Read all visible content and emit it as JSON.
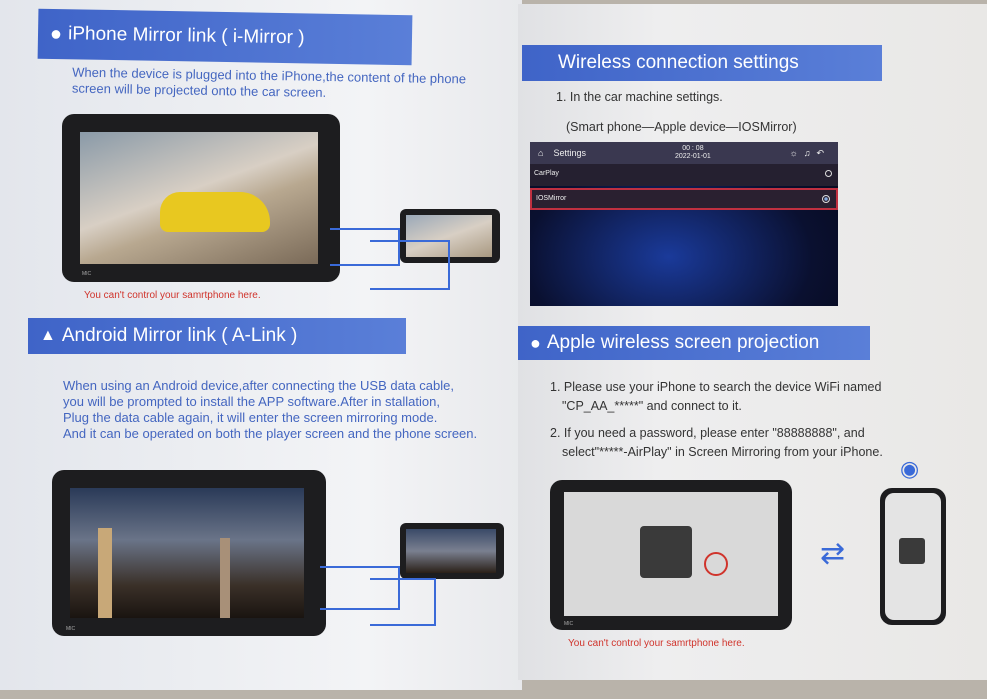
{
  "left": {
    "section1": {
      "title": "iPhone Mirror link ( i-Mirror )",
      "icon": "apple-icon",
      "description": [
        "When the device is plugged into the iPhone,the content of the phone",
        "screen will be projected onto the car screen."
      ],
      "note": "You can't control your samrtphone here.",
      "screen_label": "MIC"
    },
    "section2": {
      "title": "Android Mirror link ( A-Link )",
      "icon": "android-icon",
      "description": [
        "When using an Android device,after connecting the USB data cable,",
        "you will be prompted to install the APP software.After in stallation,",
        "Plug the data cable again, it will enter the screen mirroring mode.",
        "And it can be operated on both the player screen and the phone screen."
      ],
      "screen_label": "MIC"
    }
  },
  "right": {
    "section1": {
      "title": "Wireless connection settings",
      "step": "1. In the car machine settings.",
      "path": "(Smart phone—Apple device—IOSMirror)",
      "settings_screen": {
        "title": "Settings",
        "time": "00 : 08",
        "date": "2022-01-01",
        "items": [
          {
            "label": "CarPlay",
            "selected": false
          },
          {
            "label": "IOSMirror",
            "selected": true
          }
        ]
      }
    },
    "section2": {
      "title": "Apple wireless screen projection",
      "icon": "apple-icon",
      "steps": [
        [
          "1. Please use your iPhone to search the device WiFi named",
          "\"CP_AA_*****\" and connect to it."
        ],
        [
          "2. If you need a password, please enter \"88888888\", and",
          "select\"*****-AirPlay\" in Screen Mirroring from your iPhone."
        ]
      ],
      "note": "You can't control your samrtphone here.",
      "screen_label": "MIC"
    }
  },
  "colors": {
    "banner": "#4a6fd0",
    "text_blue": "#4466c0",
    "note_red": "#d0342c"
  }
}
